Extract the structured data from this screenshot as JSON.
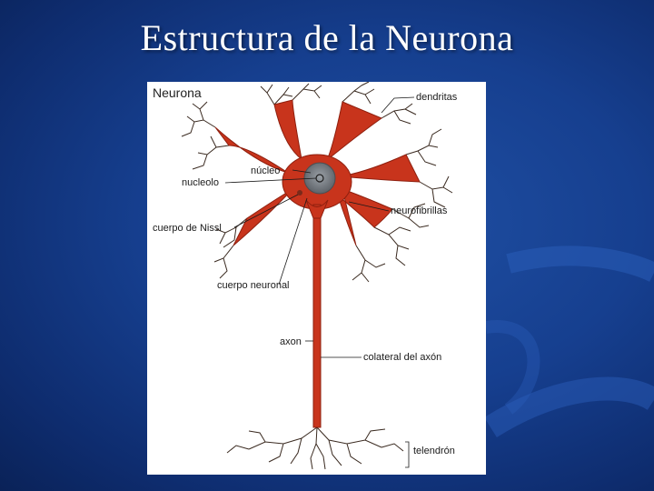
{
  "slide": {
    "title": "Estructura de la Neurona",
    "background_color": "#163f8f"
  },
  "diagram": {
    "heading": "Neurona",
    "cell_color": "#c8341c",
    "labels": {
      "dendritas": "dendritas",
      "nucleo": "núcleo",
      "nucleolo": "nucleolo",
      "neurofibrillas": "neurofibrillas",
      "cuerpo_nissl": "cuerpo de Nissl",
      "cuerpo_neuronal": "cuerpo neuronal",
      "axon": "axon",
      "colateral_axon": "colateral del axón",
      "telendron": "telendrón"
    }
  }
}
